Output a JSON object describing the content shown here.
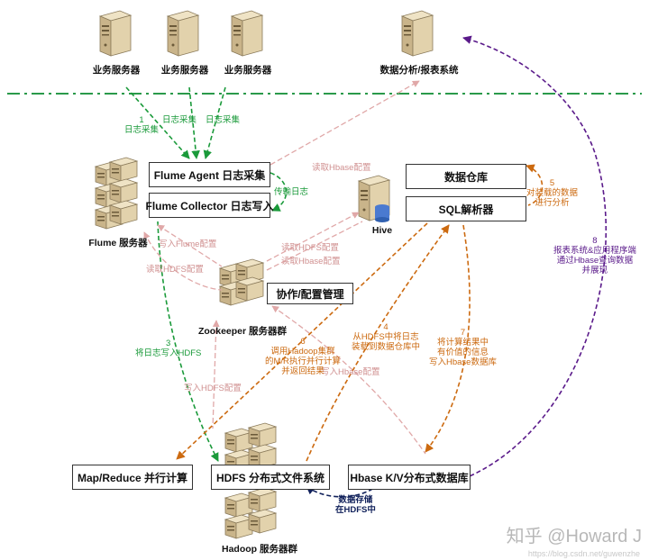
{
  "servers": {
    "biz1": "业务服务器",
    "biz2": "业务服务器",
    "biz3": "业务服务器",
    "report": "数据分析/报表系统",
    "flume": "Flume 服务器",
    "hive": "Hive",
    "zookeeper": "Zookeeper 服务器群",
    "hadoop": "Hadoop 服务器群"
  },
  "boxes": {
    "flume_agent": "Flume Agent 日志采集",
    "flume_collector": "Flume Collector 日志写入",
    "warehouse": "数据仓库",
    "sql_parser": "SQL解析器",
    "coord": "协作/配置管理",
    "mapreduce": "Map/Reduce 并行计算",
    "hdfs": "HDFS 分布式文件系统",
    "hbase": "Hbase K/V分布式数据库"
  },
  "labels": {
    "log1_num": "1",
    "log1_text": "日志采集",
    "log2_text": "日志采集",
    "log3_text": "日志采集",
    "transfer": "传输日志",
    "read_hbase_top": "读取Hbase配置",
    "write_flume": "写入Flume配置",
    "read_hdfs_left": "读取HDFS配置",
    "read_hdfs_mid": "读取HDFS配置",
    "read_hbase_mid": "读取Hbase配置",
    "step3_num": "3",
    "step3_text": "将日志写入HDFS",
    "write_hdfs_cfg": "写入HDFS配置",
    "step4_num": "4",
    "step4_line1": "从HDFS中将日志",
    "step4_line2": "装载到数据仓库中",
    "step5_num": "5",
    "step5_line1": "对装载的数据",
    "step5_line2": "进行分析",
    "step6_num": "6",
    "step6_line1": "调用Hadoop集群",
    "step6_line2": "的M/R执行并行计算",
    "step6_line3": "并返回结果",
    "write_hbase_cfg": "写入Hbase配置",
    "step7_num": "7",
    "step7_line1": "将计算结果中",
    "step7_line2": "有价值的信息",
    "step7_line3": "写入Hbase数据库",
    "step8_num": "8",
    "step8_line1": "报表系统&应用程序端",
    "step8_line2": "通过Hbase查询数据",
    "step8_line3": "并展现",
    "storage_line1": "数据存储",
    "storage_line2": "在HDFS中"
  },
  "watermark": {
    "main": "知乎 @Howard J",
    "url": "https://blog.csdn.net/guwenzhe"
  },
  "colors": {
    "green": "#1a9a3a",
    "orange": "#cc6a10",
    "pink": "#e0a8a8",
    "purple": "#5a1a8a",
    "navy": "#10205a"
  }
}
